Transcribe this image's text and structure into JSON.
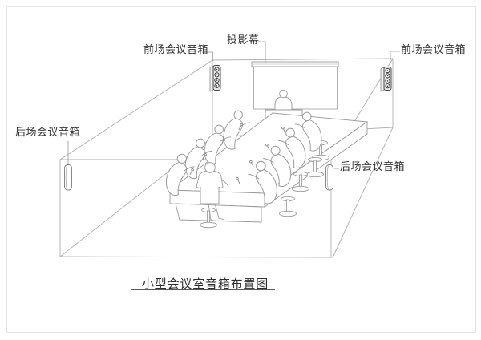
{
  "page": {
    "background": "#ffffff",
    "border_color": "#e4e4e4"
  },
  "title": {
    "text": "小型会议室音箱布置图"
  },
  "annotations": {
    "front_speaker_left": "前场会议音箱",
    "projection_screen": "投影幕",
    "front_speaker_right": "前场会议音箱",
    "rear_speaker_left": "后场会议音箱",
    "rear_speaker_right": "后场会议音箱"
  },
  "scene": {
    "type": "isometric-line-drawing",
    "subject": "small conference room speaker layout",
    "attendee_count": 9,
    "speaker_count": 4,
    "elements": [
      "room-wireframe",
      "projection-screen",
      "presenter-at-head-of-table",
      "conference-table",
      "seated-attendees",
      "pedestal-stools",
      "front-speakers-on-back-corners",
      "rear-speakers-on-front-corners",
      "table-microphones"
    ],
    "colors": {
      "room_line": "#b0b0b0",
      "figure_line": "#9a9a9a",
      "speaker_line": "#4a4a4a",
      "text": "#343434"
    }
  }
}
